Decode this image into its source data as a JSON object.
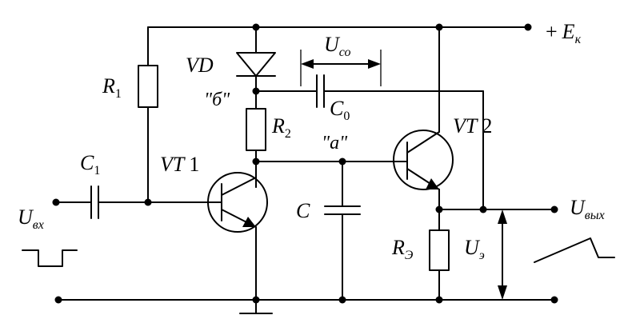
{
  "labels": {
    "supply": {
      "sign": "+",
      "main": "E",
      "sub": "к"
    },
    "diode": "VD",
    "uco": {
      "main": "U",
      "sub": "со"
    },
    "r1": {
      "main": "R",
      "sub": "1"
    },
    "node_b": "\"б\"",
    "c0": {
      "main": "C",
      "sub": "0"
    },
    "r2": {
      "main": "R",
      "sub": "2"
    },
    "node_a": "\"а\"",
    "vt2": {
      "main": "VT",
      "num": "2"
    },
    "c1": {
      "main": "C",
      "sub": "1"
    },
    "vt1": {
      "main": "VT",
      "num": "1"
    },
    "u_in": {
      "main": "U",
      "sub": "вх"
    },
    "u_out": {
      "main": "U",
      "sub": "вых"
    },
    "c": "C",
    "re": {
      "main": "R",
      "sub": "Э"
    },
    "ue": {
      "main": "U",
      "sub": "э"
    }
  }
}
